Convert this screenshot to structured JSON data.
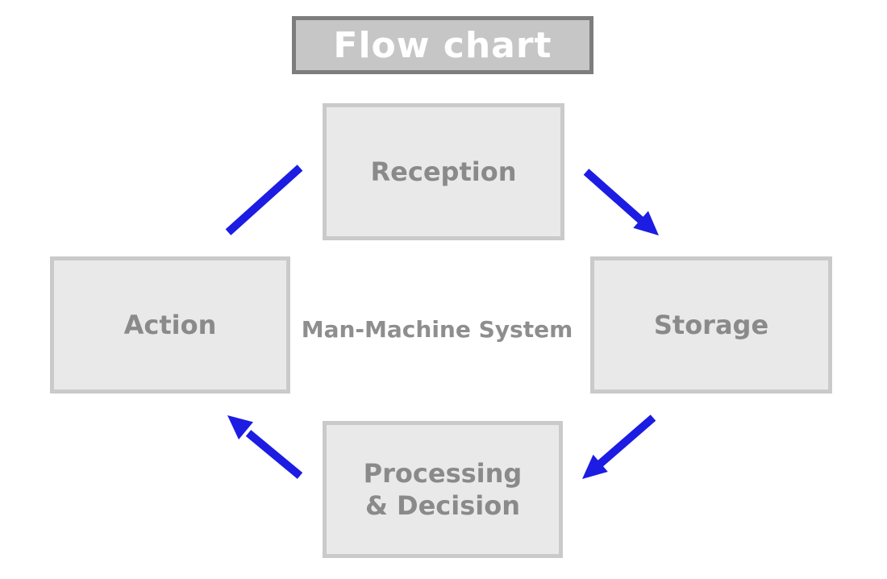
{
  "title": "Flow chart",
  "center_label": "Man-Machine System",
  "nodes": {
    "reception": {
      "label": "Reception"
    },
    "storage": {
      "label": "Storage"
    },
    "processing": {
      "line1": "Processing",
      "line2": "& Decision"
    },
    "action": {
      "label": "Action"
    }
  },
  "edges": [
    {
      "from": "Action",
      "to": "Reception",
      "arrowhead": false
    },
    {
      "from": "Reception",
      "to": "Storage",
      "arrowhead": true
    },
    {
      "from": "Storage",
      "to": "Processing & Decision",
      "arrowhead": true
    },
    {
      "from": "Processing & Decision",
      "to": "Action",
      "arrowhead": true
    }
  ],
  "colors": {
    "arrow": "#1c1ce2",
    "node_fill": "#e9e9e9",
    "node_border": "#cacaca",
    "node_text": "#8a8a8a",
    "center_text": "#8e8e8e",
    "title_fill": "#c6c6c6",
    "title_border": "#7d7d7d",
    "title_text": "#ffffff",
    "background": "#ffffff"
  }
}
